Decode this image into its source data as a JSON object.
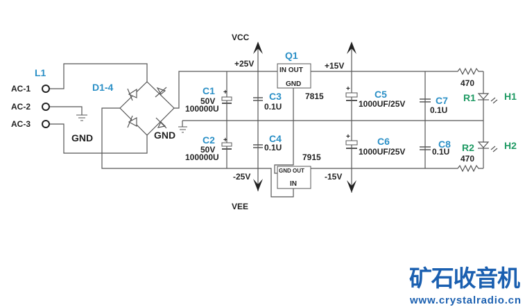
{
  "terminals": {
    "group_label": "L1",
    "items": [
      "AC-1",
      "AC-2",
      "AC-3"
    ],
    "gnd_label": "GND"
  },
  "bridge": {
    "label": "D1-4",
    "gnd_label": "GND"
  },
  "rails": {
    "vcc": "VCC",
    "vee": "VEE",
    "pos25": "+25V",
    "neg25": "-25V",
    "pos15": "+15V",
    "neg15": "-15V"
  },
  "caps": {
    "c1": {
      "name": "C1",
      "voltage": "50V",
      "value": "100000U"
    },
    "c2": {
      "name": "C2",
      "voltage": "50V",
      "value": "100000U"
    },
    "c3": {
      "name": "C3",
      "value": "0.1U"
    },
    "c4": {
      "name": "C4",
      "value": "0.1U"
    },
    "c5": {
      "name": "C5",
      "value": "1000UF/25V"
    },
    "c6": {
      "name": "C6",
      "value": "1000UF/25V"
    },
    "c7": {
      "name": "C7",
      "value": "0.1U"
    },
    "c8": {
      "name": "C8",
      "value": "0.1U"
    }
  },
  "regulators": {
    "q1": {
      "name": "Q1",
      "pins_top": "IN OUT",
      "pin_bottom": "GND",
      "part": "7815"
    },
    "q2": {
      "pins_top": "GND OUT",
      "pin_bottom": "IN",
      "part": "7915"
    }
  },
  "resistors": {
    "r1": {
      "name": "R1",
      "value": "470"
    },
    "r2": {
      "name": "R2",
      "value": "470"
    }
  },
  "leds": {
    "h1": "H1",
    "h2": "H2"
  },
  "polarity": "+",
  "watermark": {
    "title": "矿石收音机",
    "url": "www.crystalradio.cn"
  },
  "colors": {
    "label_blue": "#2a8fc6",
    "label_green": "#1e9a63",
    "logo": "#1a5fb0"
  }
}
